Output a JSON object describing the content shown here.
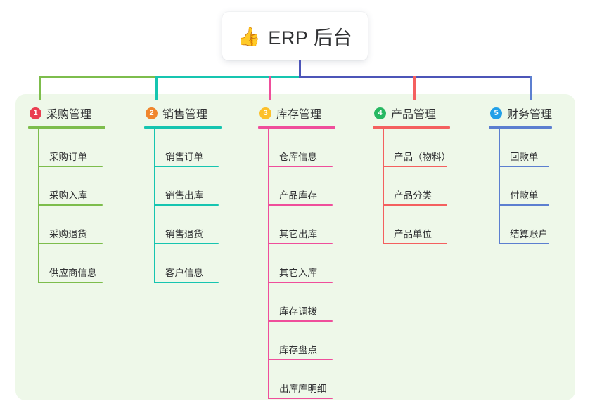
{
  "root": {
    "icon": "thumbs-up-emoji",
    "emoji": "👍",
    "title": "ERP 后台"
  },
  "theme": {
    "panel_bg": "#eef8e9",
    "card_bg": "#ffffff",
    "text": "#303133",
    "root_connector": "#4c55b8"
  },
  "columns": [
    {
      "number": "1",
      "title": "采购管理",
      "badge_color": "#ea3f52",
      "line_color": "#7dbd4c",
      "items": [
        {
          "label": "采购订单"
        },
        {
          "label": "采购入库"
        },
        {
          "label": "采购退货"
        },
        {
          "label": "供应商信息"
        }
      ]
    },
    {
      "number": "2",
      "title": "销售管理",
      "badge_color": "#f0862d",
      "line_color": "#16c5b0",
      "items": [
        {
          "label": "销售订单"
        },
        {
          "label": "销售出库"
        },
        {
          "label": "销售退货"
        },
        {
          "label": "客户信息"
        }
      ]
    },
    {
      "number": "3",
      "title": "库存管理",
      "badge_color": "#fcc02a",
      "line_color": "#ef4e9b",
      "items": [
        {
          "label": "仓库信息"
        },
        {
          "label": "产品库存"
        },
        {
          "label": "其它出库"
        },
        {
          "label": "其它入库"
        },
        {
          "label": "库存调拨"
        },
        {
          "label": "库存盘点"
        },
        {
          "label": "出库库明细"
        }
      ]
    },
    {
      "number": "4",
      "title": "产品管理",
      "badge_color": "#27b862",
      "line_color": "#f4605f",
      "items": [
        {
          "label": "产品（物料）"
        },
        {
          "label": "产品分类"
        },
        {
          "label": "产品单位"
        }
      ]
    },
    {
      "number": "5",
      "title": "财务管理",
      "badge_color": "#22a0e8",
      "line_color": "#5c7fd0",
      "items": [
        {
          "label": "回款单"
        },
        {
          "label": "付款单"
        },
        {
          "label": "结算账户"
        }
      ]
    }
  ]
}
